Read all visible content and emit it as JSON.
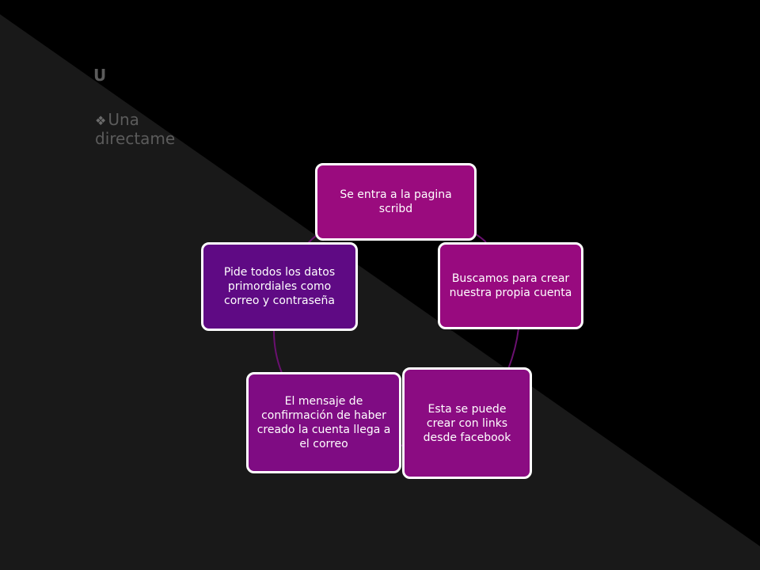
{
  "slide": {
    "heading_partial": "U",
    "bullet_partial": "Una",
    "bullet_line2_partial": "directame"
  },
  "cycle": {
    "nodes": [
      {
        "id": "n1",
        "text": "Se entra a la pagina scribd",
        "color": "#9a0b7e"
      },
      {
        "id": "n2",
        "text": "Buscamos para crear nuestra propia cuenta",
        "color": "#980a7f"
      },
      {
        "id": "n3",
        "text": "Esta se puede crear con links desde facebook",
        "color": "#8b0c82"
      },
      {
        "id": "n4",
        "text": "El mensaje de confirmación de haber creado la cuenta llega a el correo",
        "color": "#7f0c83"
      },
      {
        "id": "n5",
        "text": "Pide todos los datos primordiales como correo y contraseña",
        "color": "#5f0a84"
      }
    ]
  },
  "colors": {
    "background_dark": "#000000",
    "background_light": "#1b1b1b",
    "connector": "#6a1070"
  }
}
